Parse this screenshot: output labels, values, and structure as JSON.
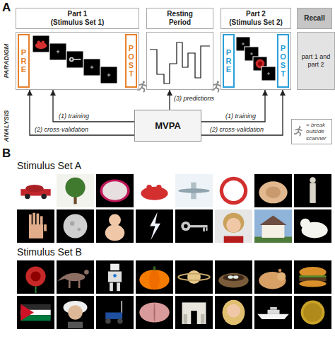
{
  "diagram": {
    "nodes": [
      {
        "text": [
          "Part 1",
          "(Stimulus Set 1)"
        ]
      },
      {
        "text": [
          "PRE"
        ],
        "in": 0
      },
      {
        "text": [
          "POST"
        ],
        "in": 0
      },
      {
        "text": [
          "Resting Period"
        ]
      },
      {
        "text": [
          "Part 2",
          "(Stimulus Set 2)"
        ]
      },
      {
        "text": [
          "PRE"
        ],
        "in": 4
      },
      {
        "text": [
          "POST"
        ],
        "in": 4
      },
      {
        "text": [
          "Recall",
          "part 1 and part 2"
        ]
      },
      {
        "text": [
          "MVPA"
        ]
      }
    ],
    "edges": [
      {
        "from": 8,
        "to": 0,
        "label": "(1) training",
        "arrow": "to"
      },
      {
        "from": 8,
        "to": 0,
        "label": "(2) cross-validation",
        "arrow": "to"
      },
      {
        "from": 8,
        "to": 3,
        "label": "(3) predictions",
        "arrow": "to"
      },
      {
        "from": 8,
        "to": 4,
        "label": "(1) training",
        "arrow": "to"
      },
      {
        "from": 8,
        "to": 4,
        "label": "(2) cross-validation",
        "arrow": "to"
      }
    ],
    "labels": [
      "A",
      "PARADIGM",
      "ANALYSIS",
      "B",
      "Stimulus Set A",
      "Stimulus Set B"
    ],
    "legend": [
      {
        "text": "= break outside scanner"
      }
    ]
  }
}
